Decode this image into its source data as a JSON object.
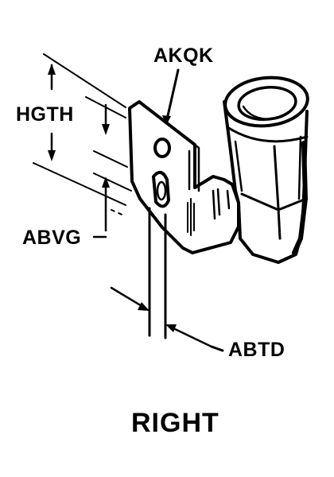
{
  "labels": {
    "akqk": "AKQK",
    "hgth": "HGTH",
    "abvg": "ABVG",
    "abtd": "ABTD"
  },
  "caption": "RIGHT",
  "colors": {
    "ink": "#000000",
    "paper": "#ffffff"
  }
}
